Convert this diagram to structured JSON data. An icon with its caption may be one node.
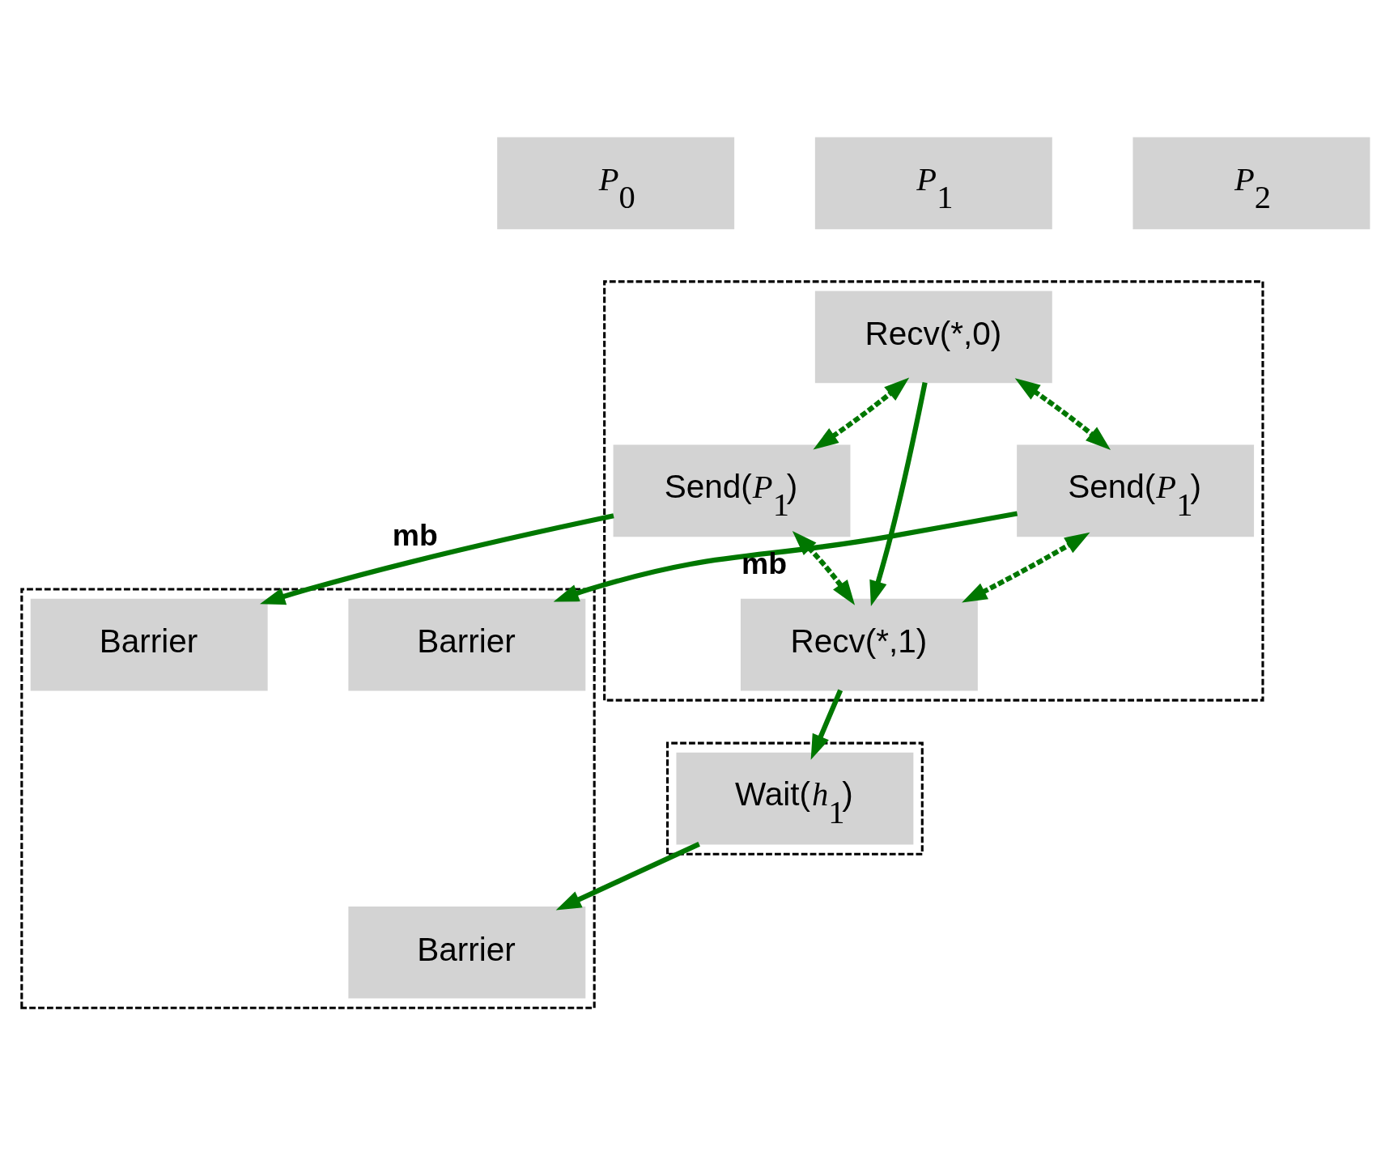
{
  "diagram": {
    "nodes": [
      {
        "text": [
          "*P*$_{0}$"
        ]
      },
      {
        "text": [
          "*P*$_{1}$"
        ]
      },
      {
        "text": [
          "*P*$_{2}$"
        ]
      },
      {
        "text": [],
        "shape": "band"
      },
      {
        "text": [
          "Recv(*,0)"
        ],
        "in": 3
      },
      {
        "text": [
          "Send(*P*$_{1}$)"
        ],
        "in": 3
      },
      {
        "text": [
          "Send(*P*$_{1}$)"
        ],
        "in": 3
      },
      {
        "text": [
          "Recv(*,1)"
        ],
        "in": 3
      },
      {
        "text": [],
        "shape": "band"
      },
      {
        "text": [
          "Wait(*h*$_{1}$)"
        ],
        "in": 8
      },
      {
        "text": [],
        "shape": "band"
      },
      {
        "text": [
          "Barrier"
        ],
        "in": 10
      },
      {
        "text": [
          "Barrier"
        ],
        "in": 10
      },
      {
        "text": [
          "Barrier"
        ],
        "in": 10
      }
    ],
    "edges": [
      {
        "from": 5,
        "to": 4,
        "arrow": "both",
        "style": "dashed"
      },
      {
        "from": 4,
        "to": 6,
        "arrow": "both",
        "style": "dashed"
      },
      {
        "from": 5,
        "to": 7,
        "arrow": "both",
        "style": "dashed"
      },
      {
        "from": 7,
        "to": 6,
        "arrow": "both",
        "style": "dashed"
      },
      {
        "from": 4,
        "to": 7,
        "arrow": "to"
      },
      {
        "from": 7,
        "to": 9,
        "arrow": "to"
      },
      {
        "from": 9,
        "to": 12,
        "arrow": "to"
      },
      {
        "from": 5,
        "to": 11,
        "arrow": "to",
        "label": "mb"
      },
      {
        "from": 6,
        "to": 13,
        "arrow": "to",
        "label": "mb"
      }
    ]
  }
}
